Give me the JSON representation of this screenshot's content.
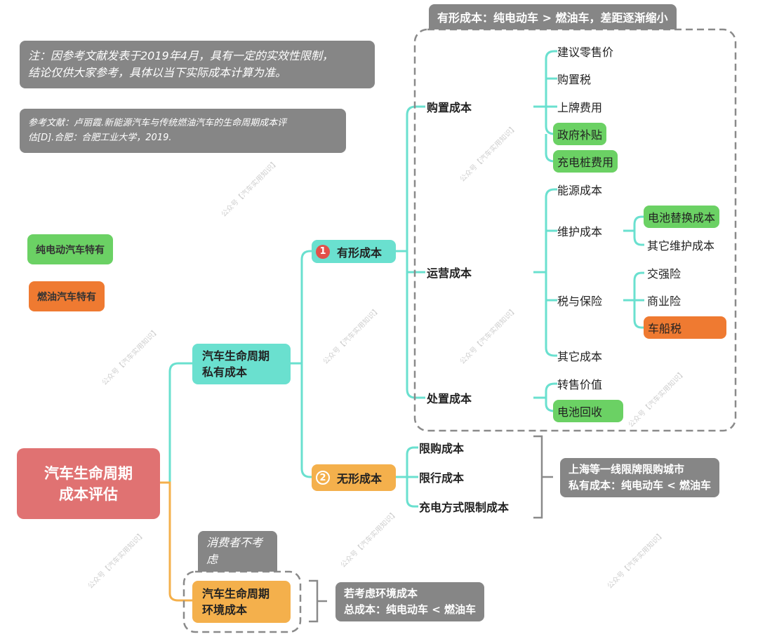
{
  "notes": {
    "disclaimer": [
      "注：因参考文献发表于2019年4月，具有一定的实效性限制，",
      "结论仅供大家参考，具体以当下实际成本计算为准。"
    ],
    "reference": [
      "参考文献：卢丽霞.新能源汽车与传统燃油汽车的生命周期成本评",
      "估[D].合肥：合肥工业大学，2019."
    ]
  },
  "legend": {
    "ev_only": "纯电动汽车特有",
    "fuel_only": "燃油汽车特有"
  },
  "colors": {
    "ev": "#6bd164",
    "fuel": "#ef7a31",
    "root": "#e07272",
    "teal": "#6ae0cf",
    "amber": "#f4b04c",
    "note": "#868686"
  },
  "root": "汽车生命周期成本评估",
  "root_lines": [
    "汽车生命周期",
    "成本评估"
  ],
  "private": {
    "lines": [
      "汽车生命周期",
      "私有成本"
    ],
    "tangible": {
      "badge": "1",
      "label": "有形成本",
      "summary": "有形成本：纯电动车 > 燃油车，差距逐渐缩小",
      "purchase": {
        "label": "购置成本",
        "items": [
          "建议零售价",
          "购置税",
          "上牌费用",
          "政府补贴",
          "充电桩费用"
        ]
      },
      "operating": {
        "label": "运营成本",
        "energy": "能源成本",
        "maintenance": {
          "label": "维护成本",
          "items": [
            "电池替换成本",
            "其它维护成本"
          ]
        },
        "tax": {
          "label": "税与保险",
          "items": [
            "交强险",
            "商业险",
            "车船税"
          ]
        },
        "other": "其它成本"
      },
      "disposal": {
        "label": "处置成本",
        "items": [
          "转售价值",
          "电池回收"
        ]
      }
    },
    "intangible": {
      "badge": "2",
      "label": "无形成本",
      "items": [
        "限购成本",
        "限行成本",
        "充电方式限制成本"
      ],
      "summary": [
        "上海等一线限牌限购城市",
        "私有成本：纯电动车 < 燃油车"
      ]
    }
  },
  "environment": {
    "lines": [
      "汽车生命周期",
      "环境成本"
    ],
    "tag": [
      "消费者不考",
      "虑"
    ],
    "summary": [
      "若考虑环境成本",
      "总成本：纯电动车 < 燃油车"
    ]
  },
  "watermark": "公众号【汽车实用知识】"
}
